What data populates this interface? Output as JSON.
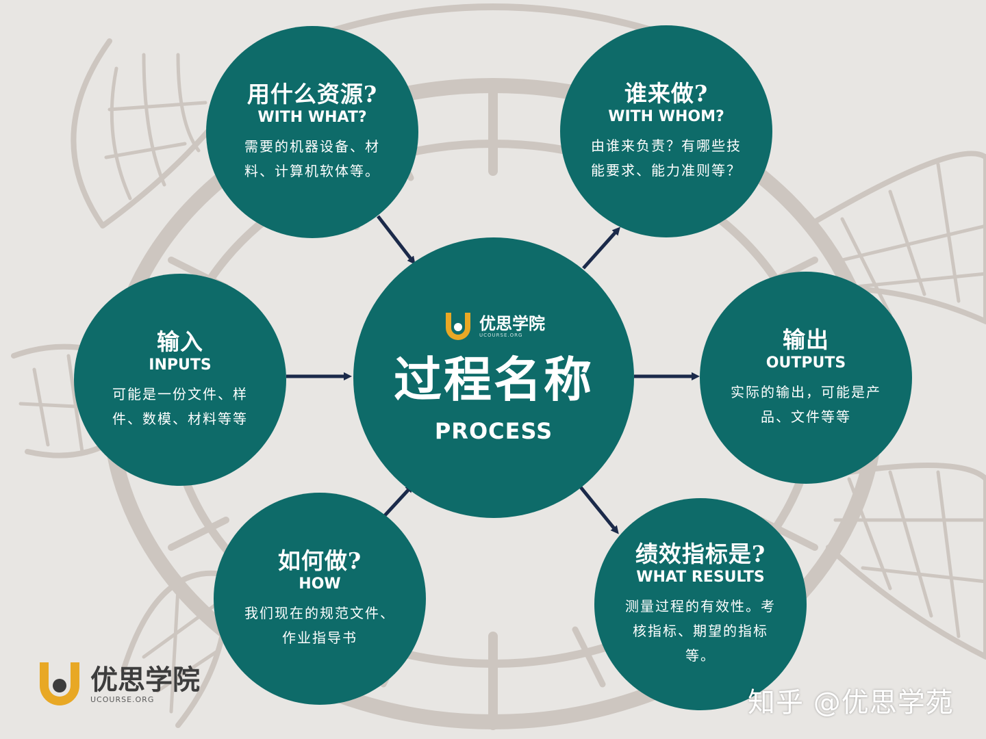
{
  "center": {
    "logo_name": "优思学院",
    "logo_sub": "UCOURSE.ORG",
    "title": "过程名称",
    "subtitle": "PROCESS"
  },
  "nodes": {
    "with_what": {
      "cn": "用什么资源?",
      "en": "WITH WHAT?",
      "desc": "需要的机器设备、材料、计算机软体等。"
    },
    "with_whom": {
      "cn": "谁来做?",
      "en": "WITH WHOM?",
      "desc": "由谁来负责？有哪些技能要求、能力准则等？"
    },
    "inputs": {
      "cn": "输入",
      "en": "INPUTS",
      "desc": "可能是一份文件、样件、数模、材料等等"
    },
    "outputs": {
      "cn": "输出",
      "en": "OUTPUTS",
      "desc": "实际的输出，可能是产品、文件等等"
    },
    "how": {
      "cn": "如何做?",
      "en": "HOW",
      "desc": "我们现在的规范文件、作业指导书"
    },
    "what_results": {
      "cn": "绩效指标是?",
      "en": "WHAT RESULTS",
      "desc": "测量过程的有效性。考核指标、期望的指标等。"
    }
  },
  "footer_logo": {
    "name": "优思学院",
    "sub": "UCOURSE.ORG"
  },
  "watermark": "知乎 @优思学苑",
  "colors": {
    "circle": "#0e6b69",
    "arrow": "#1b2a4a",
    "logo_gold": "#e8a825",
    "background": "#e8e6e3",
    "turtle_lines": "#cdc6c0"
  },
  "icons": {
    "logo": "u-logo-icon"
  }
}
